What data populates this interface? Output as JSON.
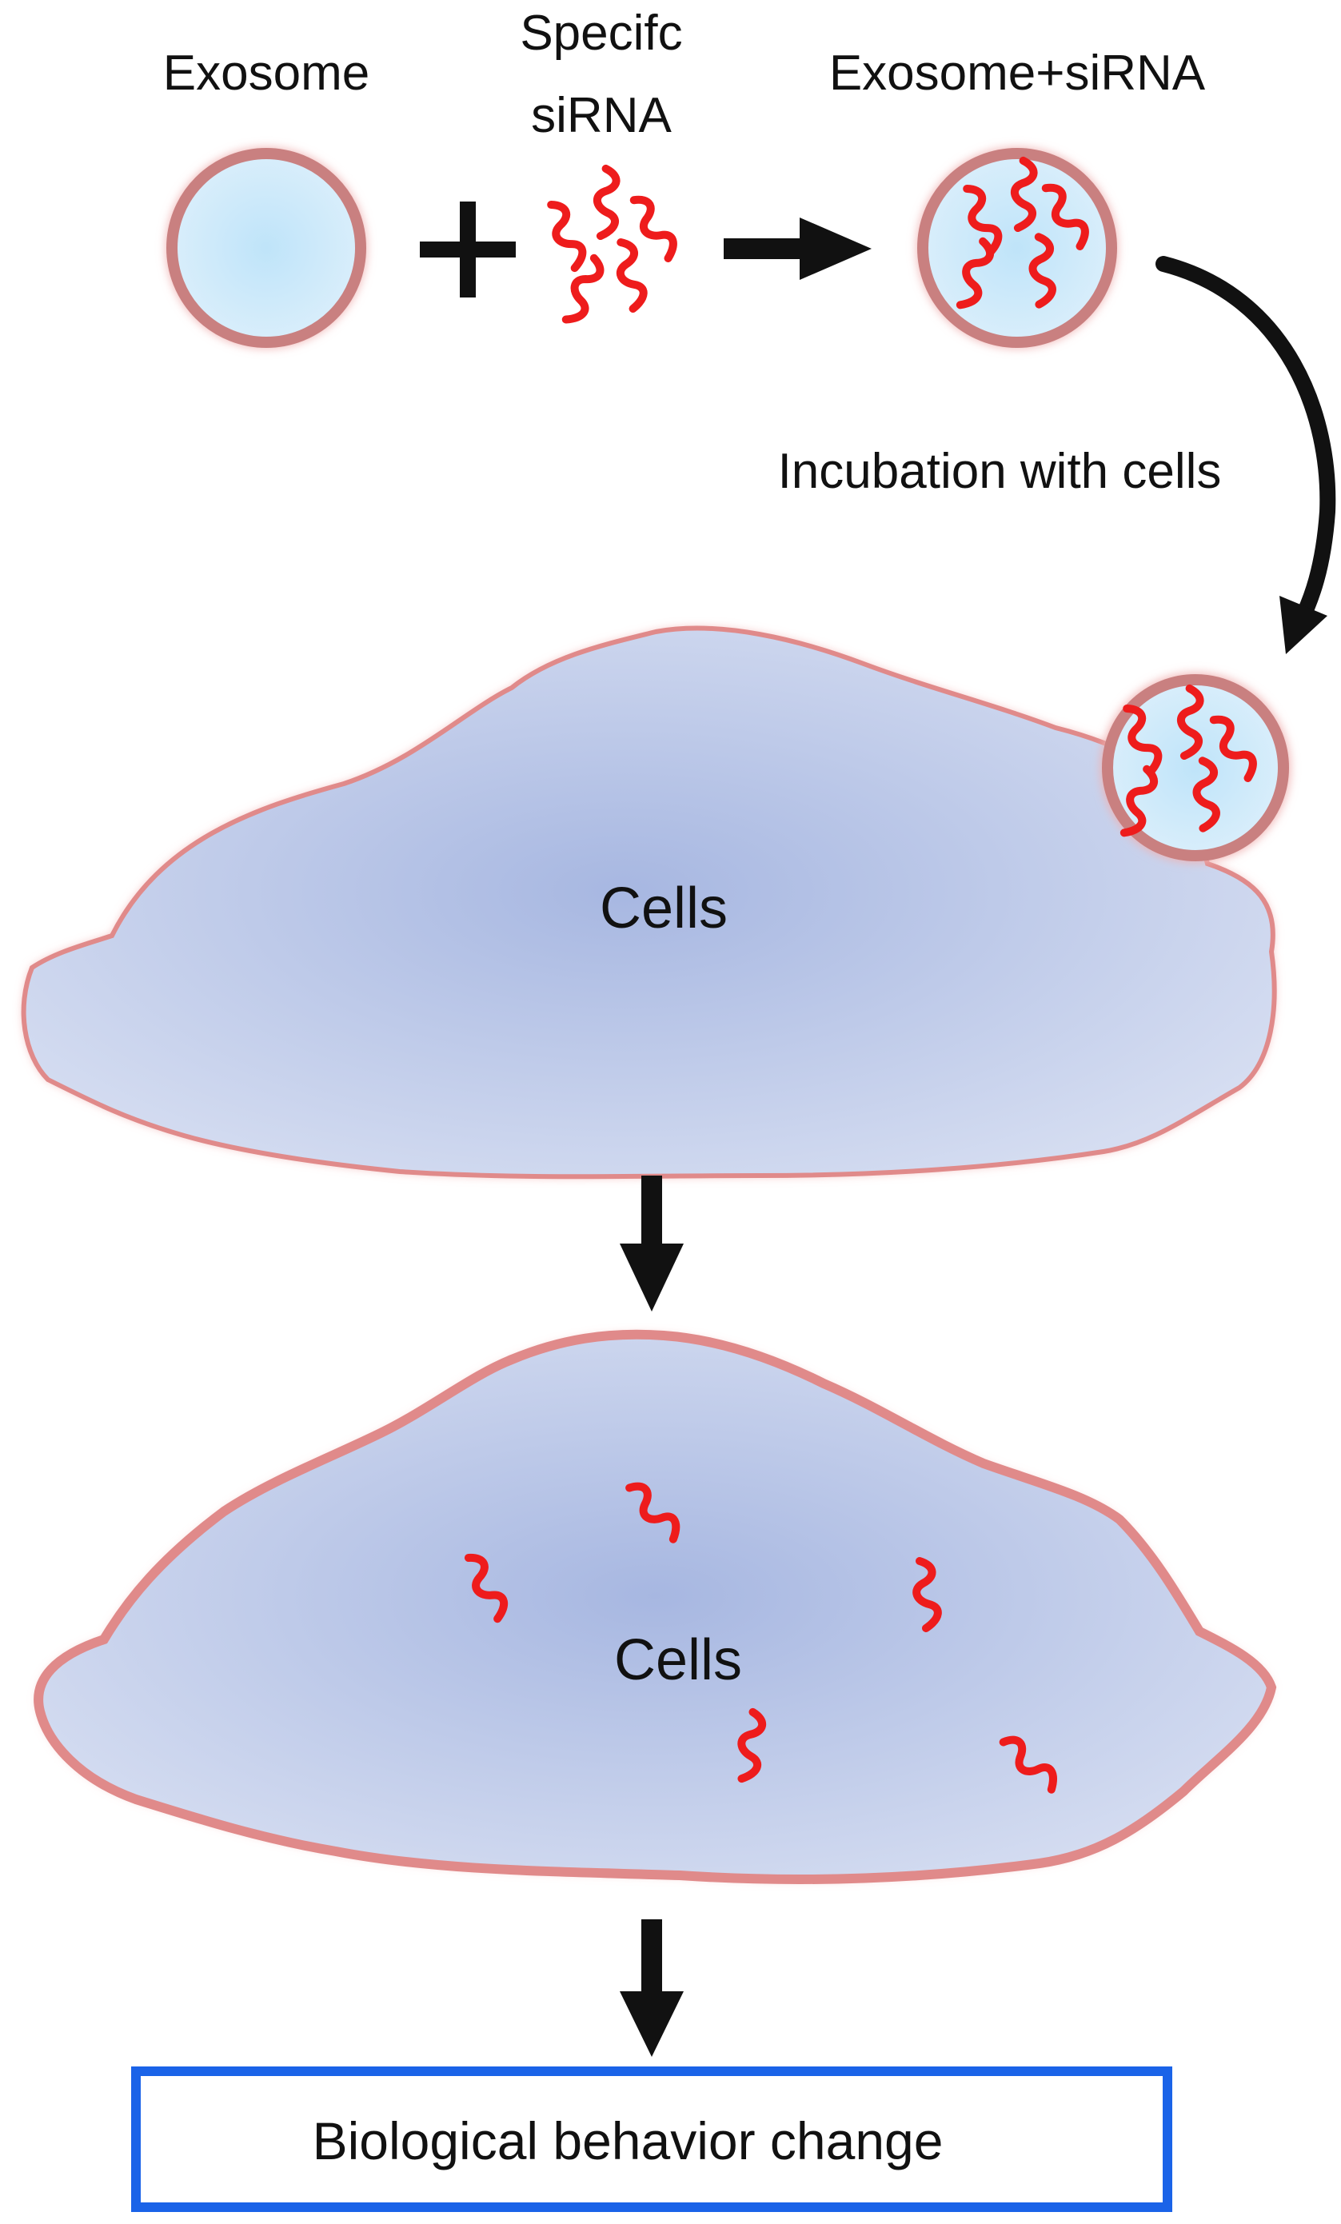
{
  "labels": {
    "exosome": "Exosome",
    "specific_line1": "Specifc",
    "specific_line2": "siRNA",
    "exosome_sirna": "Exosome+siRNA",
    "plus": "+",
    "incubation": "Incubation with cells",
    "cells_top": "Cells",
    "cells_bottom": "Cells",
    "outcome": "Biological behavior change"
  },
  "colors": {
    "cell_fill_center": "#a8b8e2",
    "cell_fill_edge": "#d6def2",
    "cell_membrane": "#e08a8a",
    "exosome_fill": "#b8def6",
    "sirna": "#ee1c1c",
    "arrow": "#111111",
    "outcome_border": "#1a63e8"
  }
}
